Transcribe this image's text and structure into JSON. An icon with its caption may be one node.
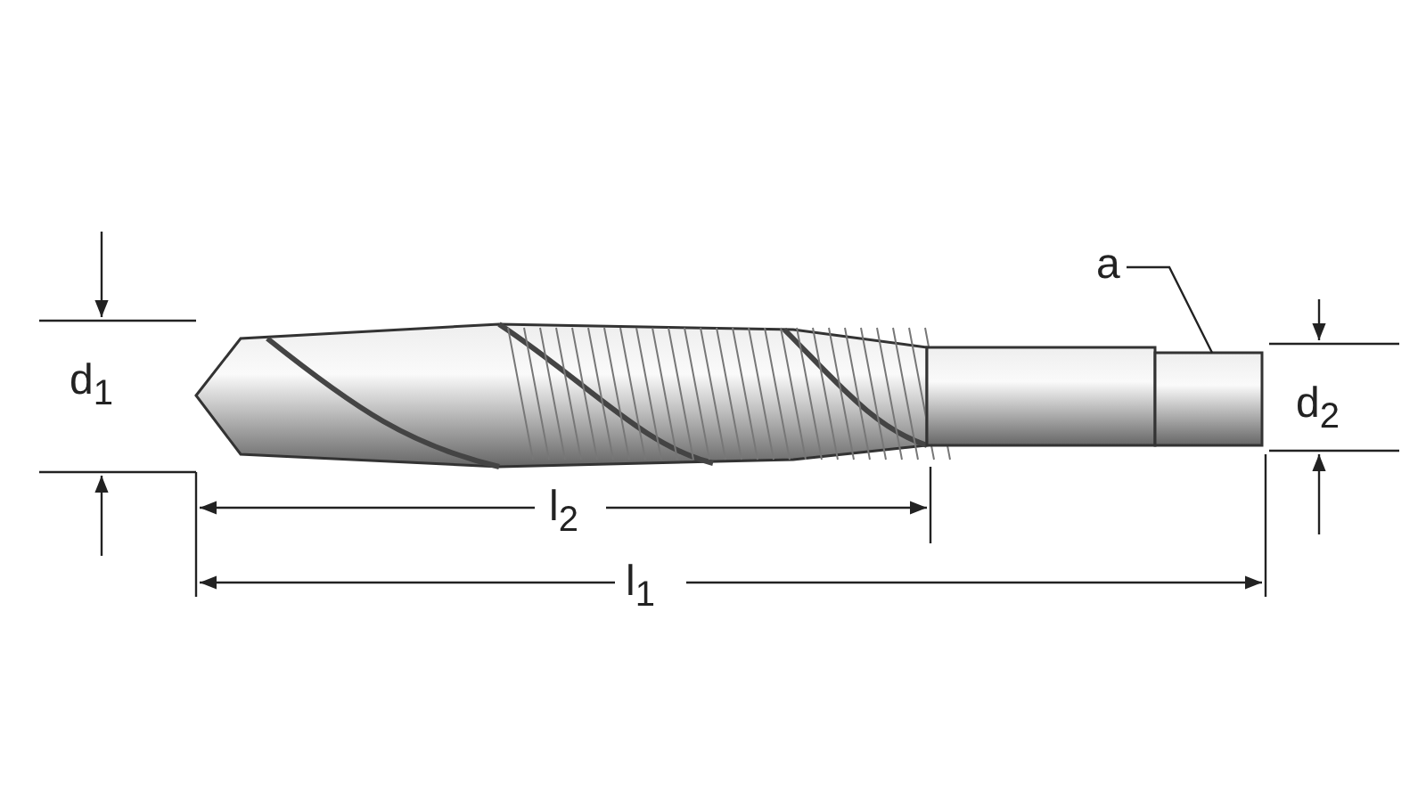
{
  "diagram": {
    "nodes": [
      {
        "text": [
          "a"
        ]
      },
      {
        "text": [],
        "shape": "box"
      }
    ],
    "edges": [
      {
        "from": 0,
        "to": 1,
        "arrow": "none"
      }
    ],
    "labels": [
      "d$_{1}$",
      "d$_{2}$",
      "l$_{2}$",
      "l$_{1}$"
    ]
  }
}
